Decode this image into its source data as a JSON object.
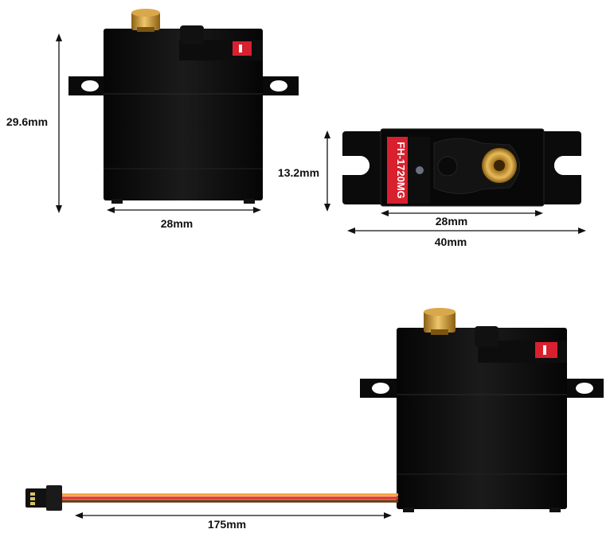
{
  "dimensions": {
    "height_front": "29.6mm",
    "width_front": "28mm",
    "height_top": "13.2mm",
    "body_top": "28mm",
    "overall_top": "40mm",
    "cable_length": "175mm"
  },
  "label": {
    "model": "FH-1720MG"
  },
  "colors": {
    "body": "#0c0c0c",
    "gear": "#c89530",
    "label_red": "#d8202e",
    "wire_brown": "#6b3a16",
    "wire_red": "#e0332a",
    "wire_orange": "#f2a43a"
  }
}
